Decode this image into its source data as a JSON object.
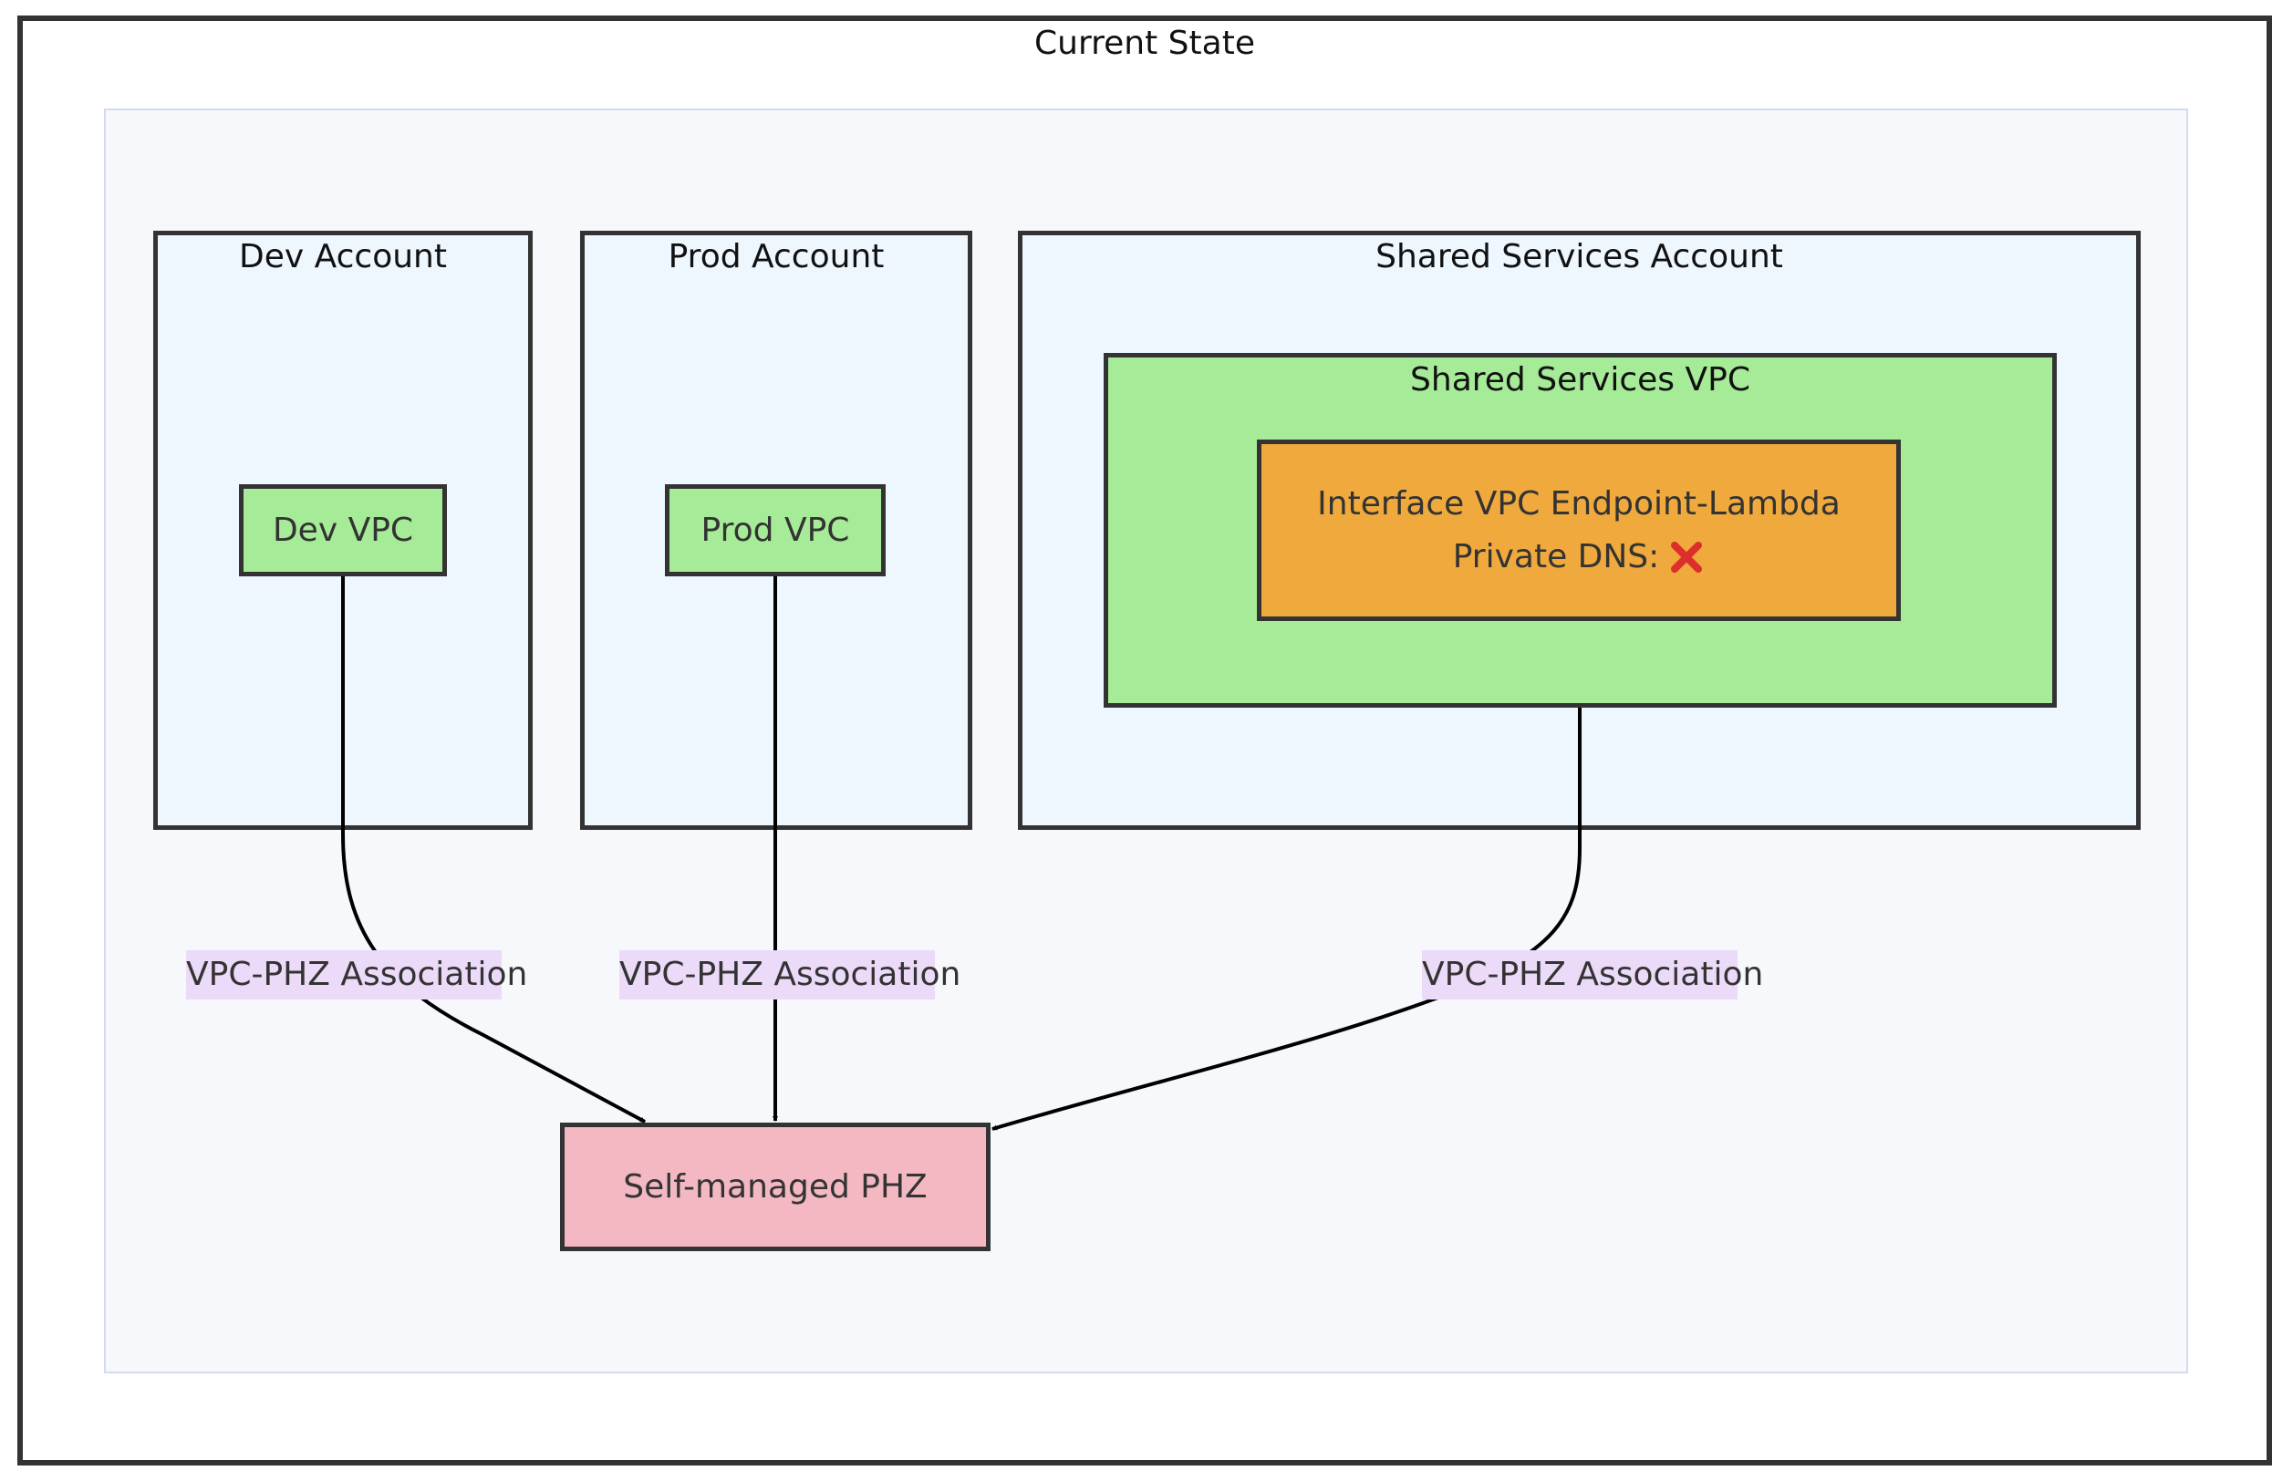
{
  "diagram": {
    "outer_title": "Current State",
    "accounts": {
      "dev": {
        "title": "Dev Account",
        "vpc": "Dev VPC"
      },
      "prod": {
        "title": "Prod Account",
        "vpc": "Prod VPC"
      },
      "shared": {
        "title": "Shared Services Account",
        "vpc_title": "Shared Services VPC",
        "endpoint_line1": "Interface VPC Endpoint-Lambda",
        "endpoint_line2": "Private DNS:",
        "endpoint_status_icon": "cross-mark-icon",
        "endpoint_status_color": "#dd2e2e"
      }
    },
    "phz": "Self-managed PHZ",
    "edge_labels": [
      "VPC-PHZ Association",
      "VPC-PHZ Association",
      "VPC-PHZ Association"
    ],
    "colors": {
      "vpc_fill": "#a6eb97",
      "endpoint_fill": "#f0a93c",
      "phz_fill": "#f4b8c3",
      "account_fill": "#eef6fe",
      "edge_label_fill": "#ecdaf9"
    }
  }
}
